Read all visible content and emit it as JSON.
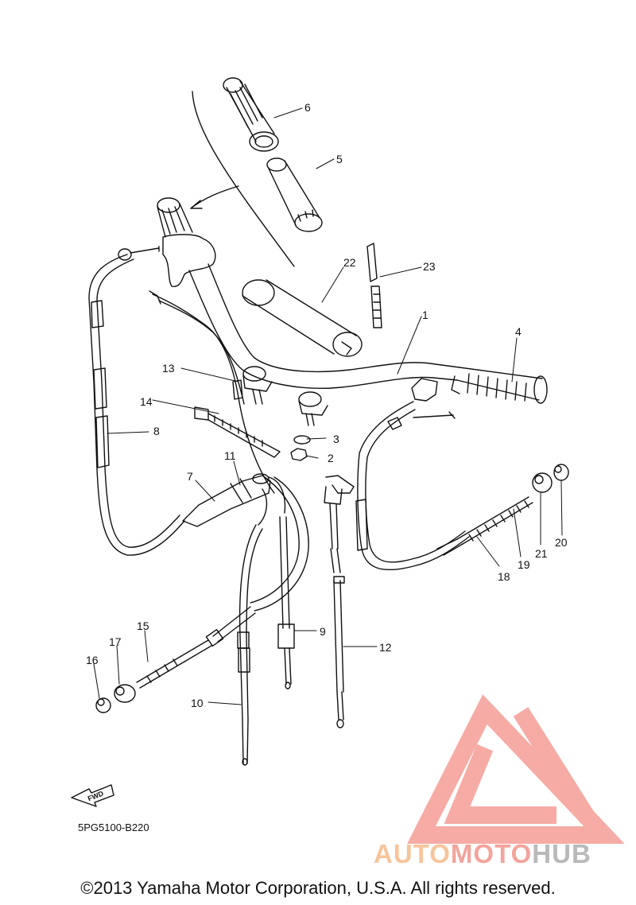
{
  "diagram": {
    "callouts": [
      "1",
      "2",
      "3",
      "4",
      "5",
      "6",
      "7",
      "8",
      "9",
      "10",
      "11",
      "12",
      "13",
      "14",
      "15",
      "16",
      "17",
      "18",
      "19",
      "20",
      "21",
      "22",
      "23"
    ],
    "fwd_label": "FWD",
    "part_code": "5PG5100-B220"
  },
  "watermark": {
    "auto": "AUTO",
    "moto": "MOTO",
    "hub": "HUB",
    "colors": {
      "auto": "#f7c59a",
      "moto": "#f3a49c",
      "hub": "#b9b9b9",
      "logo": "#f39a93"
    }
  },
  "footer": {
    "copyright": "©2013 Yamaha Motor Corporation, U.S.A. All rights reserved."
  }
}
